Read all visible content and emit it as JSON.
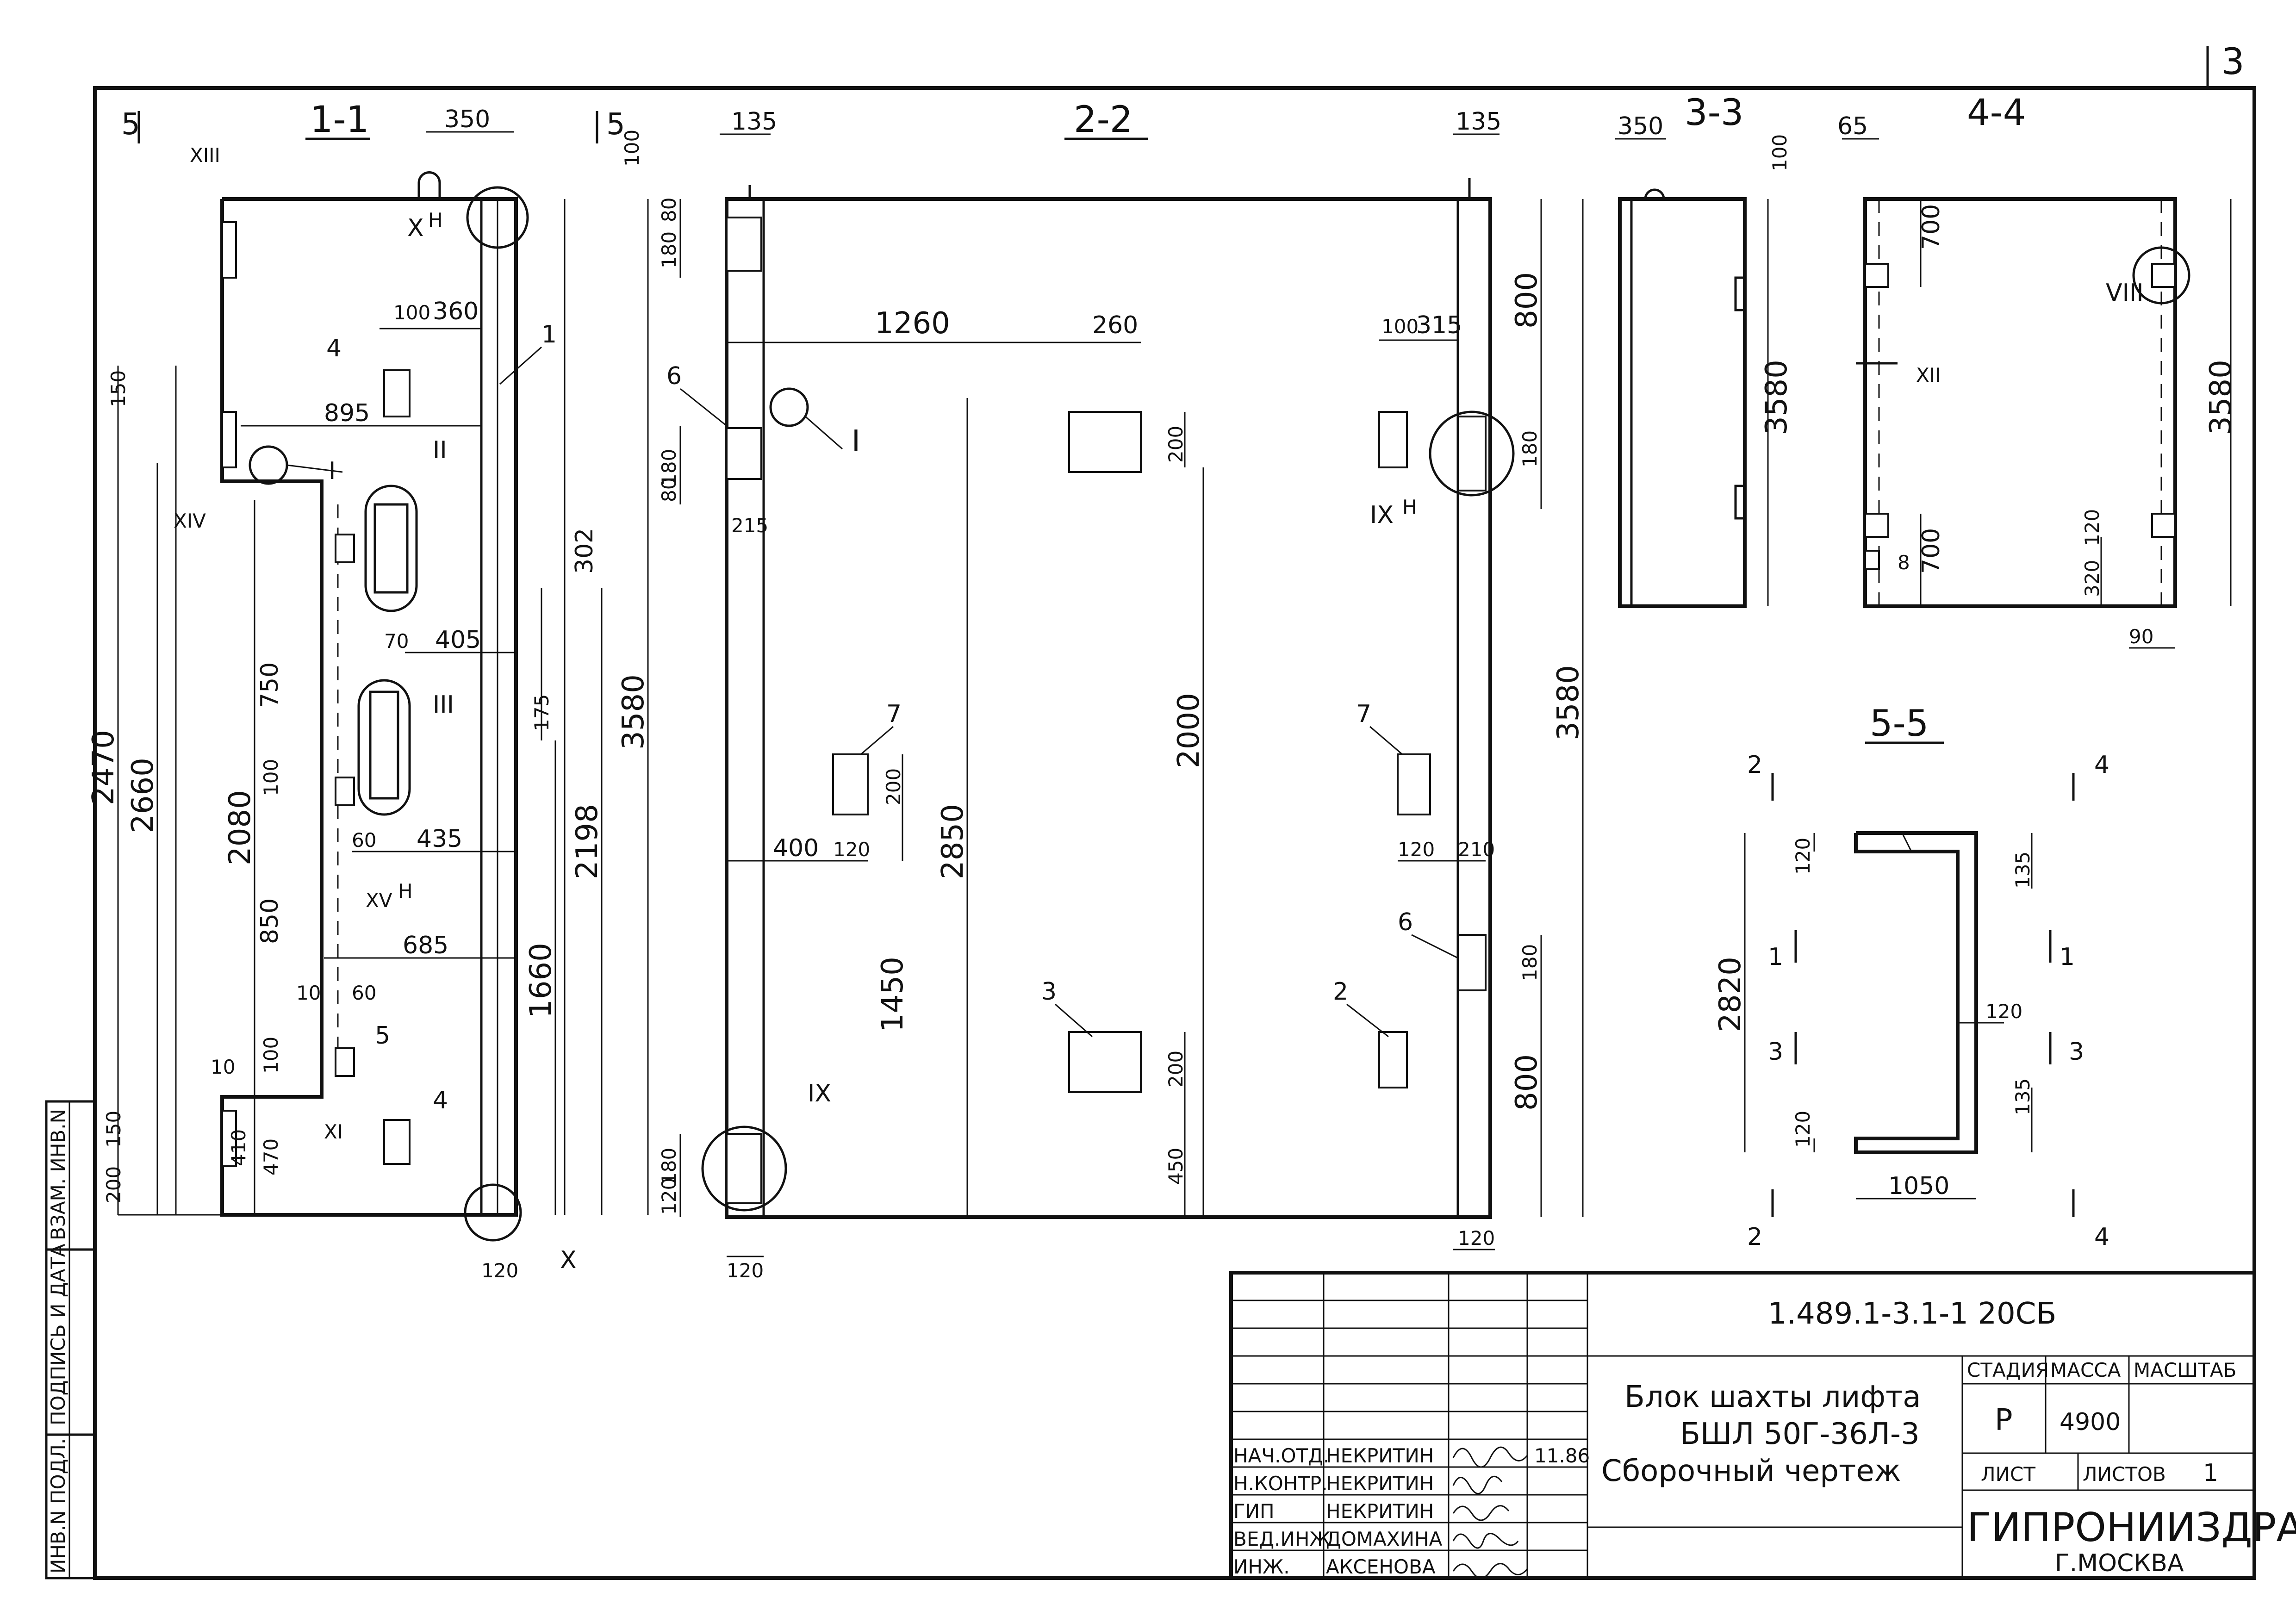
{
  "sheet_number": "3",
  "sections": {
    "s11": "1-1",
    "s22": "2-2",
    "s33": "3-3",
    "s44": "4-4",
    "s55": "5-5",
    "cut5": "5"
  },
  "dims": {
    "d350": "350",
    "d100": "100",
    "d360": "360",
    "d895": "895",
    "d150": "150",
    "d302": "302",
    "d750": "750",
    "d405": "405",
    "d175": "175",
    "d2198": "2198",
    "d3580": "3580",
    "d2470": "2470",
    "d2660": "2660",
    "d2080": "2080",
    "d60": "60",
    "d435": "435",
    "d850": "850",
    "d685": "685",
    "d1660": "1660",
    "d10": "10",
    "d410": "410",
    "d470": "470",
    "d200": "200",
    "d120": "120",
    "d135": "135",
    "d80": "80",
    "d180": "180",
    "d1260": "1260",
    "d260": "260",
    "d215": "215",
    "d2000": "2000",
    "d2850": "2850",
    "d400": "400",
    "d1450": "1450",
    "d450": "450",
    "d315": "315",
    "d800": "800",
    "d210": "210",
    "d65": "65",
    "d700": "700",
    "d8": "8",
    "d320": "320",
    "d90": "90",
    "d2820": "2820",
    "d1050": "1050",
    "d70": "70"
  },
  "marks": {
    "m1": "1",
    "m2": "2",
    "m3": "3",
    "m4": "4",
    "m5": "5",
    "m6": "6",
    "m7": "7",
    "I": "I",
    "II": "II",
    "III": "III",
    "VIII": "VIII",
    "IX": "IX",
    "X": "X",
    "XI": "XI",
    "XII": "XII",
    "XIII": "XIII",
    "XIV": "XIV",
    "XV": "XV",
    "H": "H"
  },
  "side_stamp": {
    "inv_podl": "ИНВ.N ПОДЛ.",
    "podpis_data": "ПОДПИСЬ И ДАТА",
    "vzam_inv": "ВЗАМ. ИНВ.N"
  },
  "title_block": {
    "code": "1.489.1-3.1-1  20СБ",
    "title_line1": "Блок шахты лифта",
    "title_line2": "БШЛ 50Г-36Л-3",
    "title_line3": "Сборочный чертеж",
    "stage_header": "СТАДИЯ",
    "mass_header": "МАССА",
    "scale_header": "МАСШТАБ",
    "stage_value": "Р",
    "mass_value": "4900",
    "sheet_label": "ЛИСТ",
    "sheets_label": "ЛИСТОВ",
    "sheets_value": "1",
    "org_name": "ГИПРОНИИЗДРАВ",
    "org_city": "Г.МОСКВА",
    "date": "11.86",
    "rows": [
      {
        "role": "НАЧ.ОТД.",
        "name": "НЕКРИТИН"
      },
      {
        "role": "Н.КОНТР.",
        "name": "НЕКРИТИН"
      },
      {
        "role": "ГИП",
        "name": "НЕКРИТИН"
      },
      {
        "role": "ВЕД.ИНЖ",
        "name": "ДОМАХИНА"
      },
      {
        "role": "ИНЖ.",
        "name": "АКСЕНОВА"
      }
    ]
  }
}
